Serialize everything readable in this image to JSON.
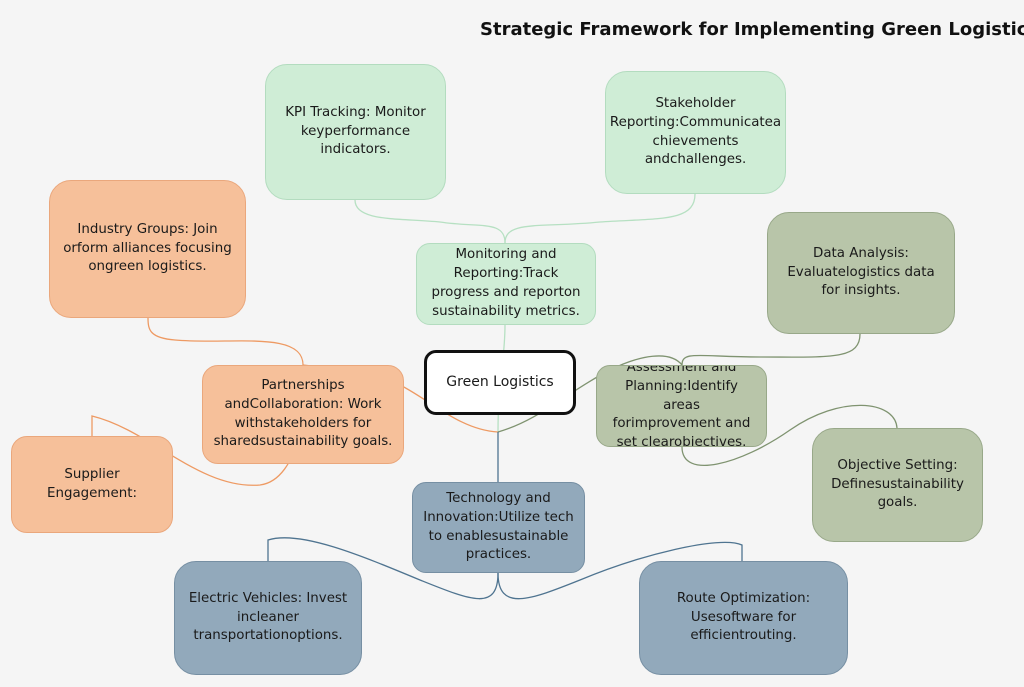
{
  "title": "Strategic Framework for Implementing Green Logistics",
  "center": "Green Logistics",
  "branches": {
    "monitoring": {
      "label": "Monitoring and Reporting:Track progress and reporton sustainability metrics.",
      "children": {
        "kpi": "KPI Tracking: Monitor keyperformance indicators.",
        "stakeholder": "Stakeholder Reporting:Communicatea chievements andchallenges."
      }
    },
    "partnerships": {
      "label": "Partnerships andCollaboration: Work withstakeholders for sharedsustainability goals.",
      "children": {
        "industry": "Industry Groups: Join orform alliances focusing ongreen logistics.",
        "supplier": "Supplier Engagement:"
      }
    },
    "assessment": {
      "label": "Assessment and Planning:Identify areas forimprovement and set clearobjectives.",
      "children": {
        "data": "Data Analysis: Evaluatelogistics data for insights.",
        "objective": "Objective Setting: Definesustainability goals."
      }
    },
    "technology": {
      "label": "Technology and Innovation:Utilize tech to enablesustainable practices.",
      "children": {
        "electric": "Electric Vehicles: Invest incleaner transportationoptions.",
        "route": "Route Optimization: Usesoftware for efficientrouting."
      }
    }
  },
  "colors": {
    "monitoring": "#cfedd6",
    "partnerships": "#f6c09a",
    "assessment": "#b8c5a9",
    "technology": "#92a9bb",
    "link_monitoring": "#b6e0c2",
    "link_partnerships": "#ee9a63",
    "link_assessment": "#7f9370",
    "link_technology": "#4f7490"
  }
}
